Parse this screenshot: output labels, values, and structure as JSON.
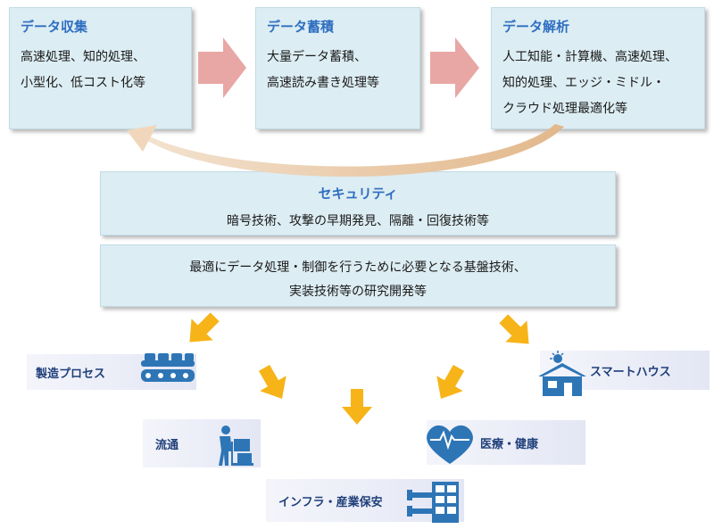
{
  "stages": [
    {
      "title": "データ収集",
      "lines": [
        "高速処理、知的処理、",
        "小型化、低コスト化等"
      ]
    },
    {
      "title": "データ蓄積",
      "lines": [
        "大量データ蓄積、",
        "高速読み書き処理等"
      ]
    },
    {
      "title": "データ解析",
      "lines": [
        "人工知能・計算機、高速処理、",
        "知的処理、エッジ・ミドル・",
        "クラウド処理最適化等"
      ]
    }
  ],
  "security": {
    "title": "セキュリティ",
    "text": "暗号技術、攻撃の早期発見、隔離・回復技術等"
  },
  "foundation": {
    "lines": [
      "最適にデータ処理・制御を行うために必要となる基盤技術、",
      "実装技術等の研究開発等"
    ]
  },
  "applications": {
    "manufacturing": "製造プロセス",
    "smart_house": "スマートハウス",
    "logistics": "流通",
    "medical": "医療・健康",
    "infrastructure": "インフラ・産業保安"
  },
  "colors": {
    "box_fill": "#dcedf3",
    "title_blue": "#2f6ec0",
    "arrow_pink": "#e8a7a4",
    "arrow_yellow": "#f7b418",
    "icon_blue": "#2e75b6"
  }
}
